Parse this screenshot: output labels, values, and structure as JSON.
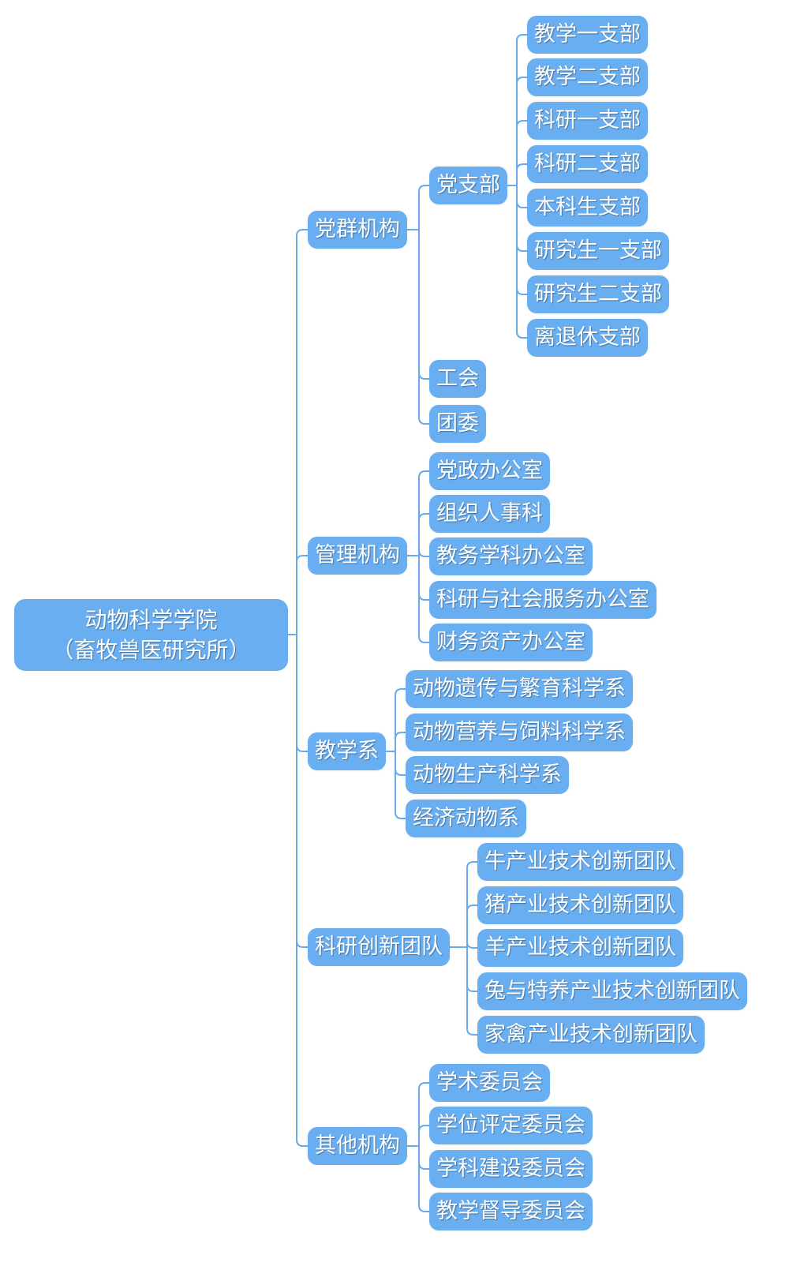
{
  "colors": {
    "node_fill": "#69aef0",
    "connector": "#6aaaea",
    "text": "#ffffff",
    "background": "#ffffff"
  },
  "root": {
    "line1": "动物科学学院",
    "line2": "（畜牧兽医研究所）"
  },
  "branches": [
    {
      "label": "党群机构",
      "children": [
        {
          "label": "党支部",
          "children": [
            "教学一支部",
            "教学二支部",
            "科研一支部",
            "科研二支部",
            "本科生支部",
            "研究生一支部",
            "研究生二支部",
            "离退休支部"
          ]
        },
        {
          "label": "工会",
          "children": []
        },
        {
          "label": "团委",
          "children": []
        }
      ]
    },
    {
      "label": "管理机构",
      "children": [
        {
          "label": "党政办公室",
          "children": []
        },
        {
          "label": "组织人事科",
          "children": []
        },
        {
          "label": "教务学科办公室",
          "children": []
        },
        {
          "label": "科研与社会服务办公室",
          "children": []
        },
        {
          "label": "财务资产办公室",
          "children": []
        }
      ]
    },
    {
      "label": "教学系",
      "children": [
        {
          "label": "动物遗传与繁育科学系",
          "children": []
        },
        {
          "label": "动物营养与饲料科学系",
          "children": []
        },
        {
          "label": "动物生产科学系",
          "children": []
        },
        {
          "label": "经济动物系",
          "children": []
        }
      ]
    },
    {
      "label": "科研创新团队",
      "children": [
        {
          "label": "牛产业技术创新团队",
          "children": []
        },
        {
          "label": "猪产业技术创新团队",
          "children": []
        },
        {
          "label": "羊产业技术创新团队",
          "children": []
        },
        {
          "label": "兔与特养产业技术创新团队",
          "children": []
        },
        {
          "label": "家禽产业技术创新团队",
          "children": []
        }
      ]
    },
    {
      "label": "其他机构",
      "children": [
        {
          "label": "学术委员会",
          "children": []
        },
        {
          "label": "学位评定委员会",
          "children": []
        },
        {
          "label": "学科建设委员会",
          "children": []
        },
        {
          "label": "教学督导委员会",
          "children": []
        }
      ]
    }
  ]
}
